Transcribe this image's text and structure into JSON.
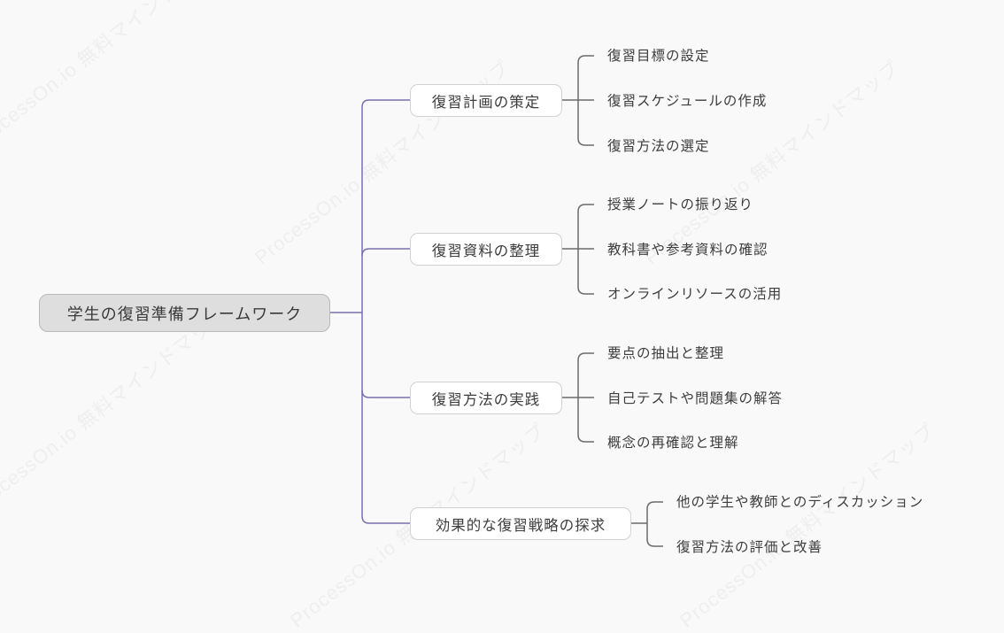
{
  "watermark_text": "ProcessOn.io 無料マインドマップ",
  "colors": {
    "root_link": "#7b6fb0",
    "leaf_link": "#6b6b6b",
    "background": "#f9f9f9"
  },
  "root": {
    "label": "学生の復習準備フレームワーク"
  },
  "branches": [
    {
      "label": "復習計画の策定",
      "children": [
        "復習目標の設定",
        "復習スケジュールの作成",
        "復習方法の選定"
      ]
    },
    {
      "label": "復習資料の整理",
      "children": [
        "授業ノートの振り返り",
        "教科書や参考資料の確認",
        "オンラインリソースの活用"
      ]
    },
    {
      "label": "復習方法の実践",
      "children": [
        "要点の抽出と整理",
        "自己テストや問題集の解答",
        "概念の再確認と理解"
      ]
    },
    {
      "label": "効果的な復習戦略の探求",
      "children": [
        "他の学生や教師とのディスカッション",
        "復習方法の評価と改善"
      ]
    }
  ]
}
